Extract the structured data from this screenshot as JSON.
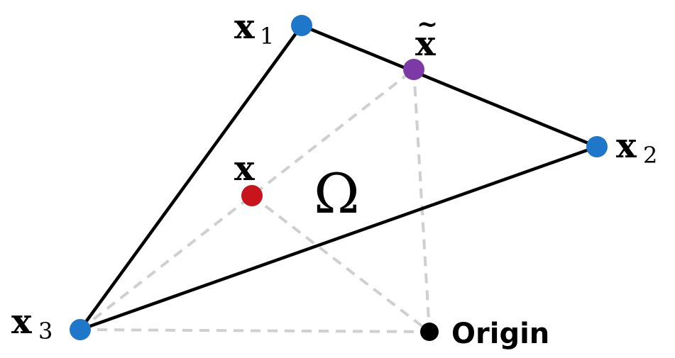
{
  "labels": {
    "x1_main": "x",
    "x1_sub": "1",
    "x2_main": "x",
    "x2_sub": "2",
    "x3_main": "x",
    "x3_sub": "3",
    "x_tilde_main": "x",
    "x_tilde_accent": "~",
    "x_main": "x",
    "omega": "Ω",
    "origin": "Origin"
  },
  "colors": {
    "vertex_blue": "#1f77c9",
    "tilde_purple": "#7b3aa5",
    "x_red": "#c8141d",
    "origin_black": "#000000",
    "edge_black": "#000000",
    "dashed_gray": "#cfcfcf"
  }
}
